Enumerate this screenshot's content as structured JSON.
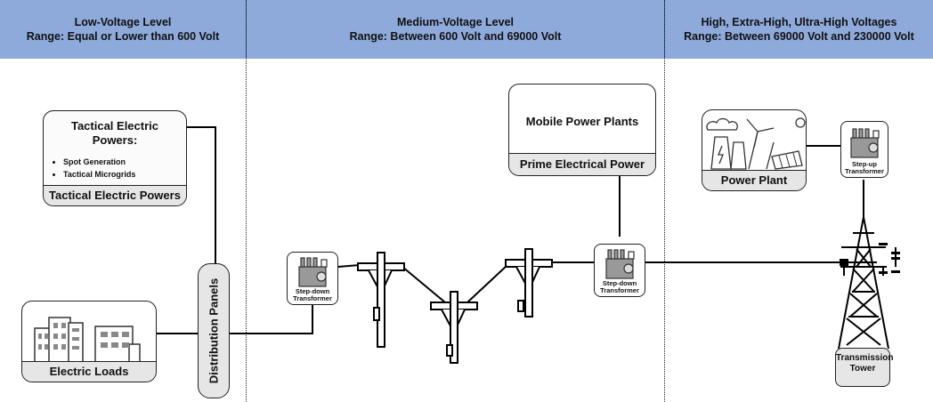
{
  "header": {
    "low": {
      "line1": "Low-Voltage Level",
      "line2": "Range: Equal or Lower than 600 Volt"
    },
    "medium": {
      "line1": "Medium-Voltage Level",
      "line2": "Range: Between 600 Volt and 69000 Volt"
    },
    "high": {
      "line1": "High, Extra-High, Ultra-High Voltages",
      "line2": "Range: Between 69000 Volt and 230000 Volt"
    }
  },
  "tactical": {
    "title_line1": "Tactical Electric",
    "title_line2": "Powers:",
    "bullets": [
      "Spot Generation",
      "Tactical Microgrids"
    ],
    "footer": "Tactical Electric Powers"
  },
  "loads": {
    "footer": "Electric Loads"
  },
  "distribution": {
    "label": "Distribution Panels"
  },
  "mobile": {
    "title": "Mobile Power Plants",
    "footer": "Prime Electrical Power"
  },
  "plant": {
    "footer": "Power Plant"
  },
  "transformers": {
    "step_down_1": {
      "line1": "Step-down",
      "line2": "Transformer"
    },
    "step_down_2": {
      "line1": "Step-down",
      "line2": "Transformer"
    },
    "step_up": {
      "line1": "Step-up",
      "line2": "Transformer"
    }
  },
  "tower": {
    "line1": "Transmission",
    "line2": "Tower"
  },
  "colors": {
    "header_band": "#8eaadb",
    "footer_fill": "#e6e6e6",
    "line": "#000000"
  }
}
